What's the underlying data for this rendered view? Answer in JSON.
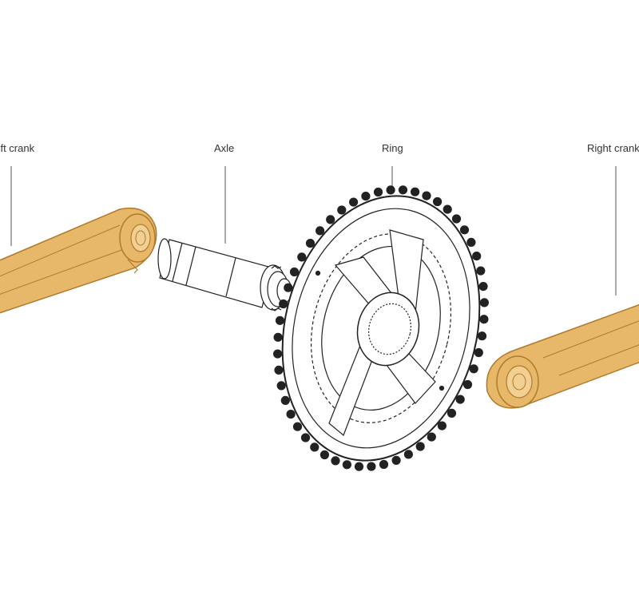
{
  "labels": {
    "left_crank": "Left crank",
    "axle": "Axle",
    "ring": "Ring",
    "right_crank": "Right crank"
  },
  "colors": {
    "crank_fill": "#e8b86a",
    "crank_stroke": "#b07a2a",
    "line_art": "#222222",
    "leader_line": "#555555"
  }
}
